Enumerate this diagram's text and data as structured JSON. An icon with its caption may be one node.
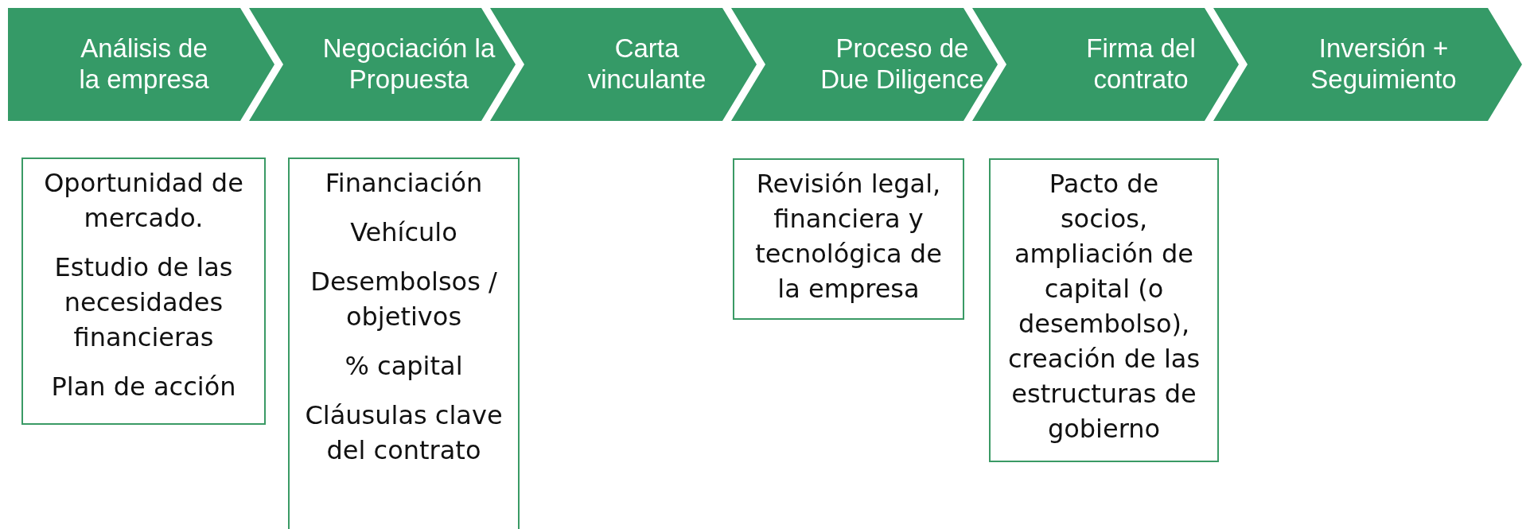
{
  "diagram": {
    "nodes": [
      {
        "text": [
          "Análisis de la empresa"
        ]
      },
      {
        "text": [
          "Negociación la Propuesta"
        ]
      },
      {
        "text": [
          "Carta vinculante"
        ]
      },
      {
        "text": [
          "Proceso de Due Diligence"
        ]
      },
      {
        "text": [
          "Firma del contrato"
        ]
      },
      {
        "text": [
          "Inversión + Seguimiento"
        ]
      },
      {
        "text": [
          "Oportunidad de mercado.",
          "Estudio de las necesidades financieras",
          "Plan de acción"
        ]
      },
      {
        "text": [
          "Financiación",
          "Vehículo",
          "Desembolsos / objetivos",
          "% capital",
          "Cláusulas clave del contrato"
        ]
      },
      {
        "text": [
          "Revisión legal, financiera y tecnológica de la empresa"
        ]
      },
      {
        "text": [
          "Pacto de socios, ampliación de capital (o desembolso), creación de las estructuras de gobierno"
        ]
      }
    ]
  }
}
